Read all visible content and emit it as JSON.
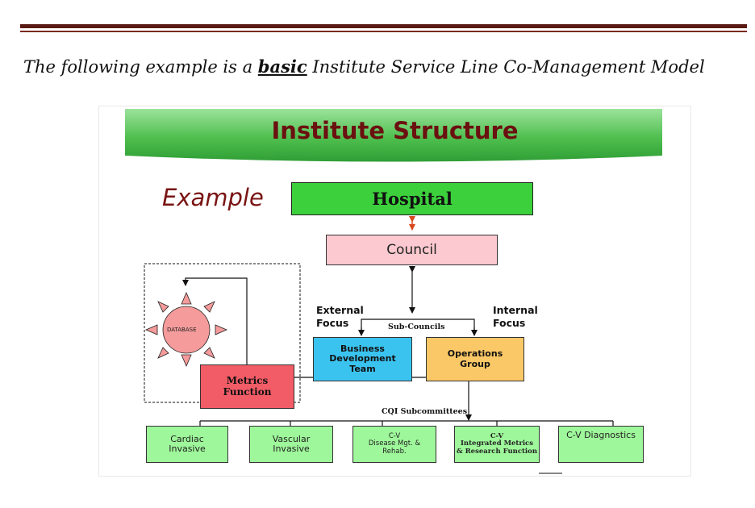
{
  "intro": {
    "before": "The following example is a ",
    "emphasis": "basic",
    "after": " Institute Service Line Co-Management Model"
  },
  "diagram": {
    "title": "Institute Structure",
    "example_label": "Example",
    "hospital": "Hospital",
    "council": "Council",
    "external_focus": "External\nFocus",
    "internal_focus": "Internal\nFocus",
    "sub_councils": "Sub-Councils",
    "business_dev": "Business\nDevelopment\nTeam",
    "operations": "Operations\nGroup",
    "metrics": "Metrics\nFunction",
    "database": "DATABASE",
    "cqi_subcommittees": "CQI Subcommittees",
    "subcommittees": [
      "Cardiac\nInvasive",
      "Vascular\nInvasive",
      "C-V\nDisease Mgt. &\nRehab.",
      "C-V\nIntegrated Metrics\n& Research Function",
      "C-V Diagnostics"
    ]
  },
  "colors": {
    "title_banner": "#4fbf4f",
    "hospital": "#3cd03c",
    "council": "#fbc9cf",
    "business_dev": "#3bc3f0",
    "operations": "#fbc867",
    "metrics": "#f25c66",
    "subcommittee": "#9ef79a",
    "database_sun": "#f59b9b"
  }
}
